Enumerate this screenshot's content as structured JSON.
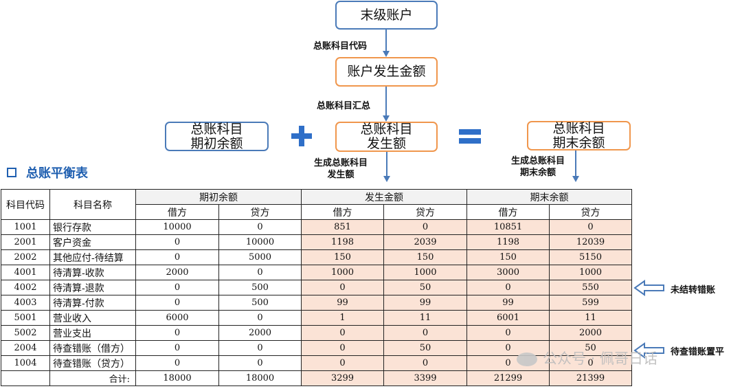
{
  "flow": {
    "box_leaf": "末级账户",
    "label_code": "总账科目代码",
    "box_account_amount": "账户发生金额",
    "label_summary": "总账科目汇总",
    "box_opening": "总账科目\n期初余额",
    "box_occurrence": "总账科目\n发生额",
    "box_closing": "总账科目\n期末余额",
    "label_gen_occurrence": "生成总账科目\n发生额",
    "label_gen_closing": "生成总账科目\n期末余额",
    "plus": "+",
    "equals": "="
  },
  "section_title": "总账平衡表",
  "table": {
    "h_code": "科目代码",
    "h_name": "科目名称",
    "h_opening": "期初余额",
    "h_occurrence": "发生金额",
    "h_closing": "期末余额",
    "h_debit": "借方",
    "h_credit": "贷方",
    "rows": [
      [
        "1001",
        "银行存款",
        "10000",
        "0",
        "851",
        "0",
        "10851",
        "0"
      ],
      [
        "2001",
        "客户资金",
        "0",
        "10000",
        "1198",
        "2039",
        "1198",
        "12039"
      ],
      [
        "2002",
        "其他应付-待结算",
        "0",
        "5000",
        "150",
        "150",
        "150",
        "5150"
      ],
      [
        "4001",
        "待清算-收款",
        "2000",
        "0",
        "1000",
        "1000",
        "3000",
        "1000"
      ],
      [
        "4002",
        "待清算-退款",
        "0",
        "500",
        "0",
        "50",
        "0",
        "550"
      ],
      [
        "4003",
        "待清算-付款",
        "0",
        "500",
        "99",
        "99",
        "99",
        "599"
      ],
      [
        "5001",
        "营业收入",
        "6000",
        "0",
        "1",
        "11",
        "6001",
        "11"
      ],
      [
        "5002",
        "营业支出",
        "0",
        "2000",
        "0",
        "0",
        "0",
        "2000"
      ],
      [
        "2004",
        "待查错账（借方）",
        "0",
        "0",
        "0",
        "50",
        "0",
        "50"
      ],
      [
        "1004",
        "待查错账（贷方）",
        "0",
        "0",
        "0",
        "0",
        "0",
        "0"
      ]
    ],
    "total_label": "合计:",
    "totals": [
      "18000",
      "18000",
      "3299",
      "3399",
      "21299",
      "21399"
    ]
  },
  "annotations": {
    "unsettled": "未结转错账",
    "pending_balanced": "待查错账置平"
  },
  "watermark": "公众号 · 佩哥日话",
  "colors": {
    "accent_blue": "#2f6fc8",
    "box_blue": "#4a7ab8",
    "box_orange": "#f0964c",
    "highlight": "#fbe3d6"
  }
}
